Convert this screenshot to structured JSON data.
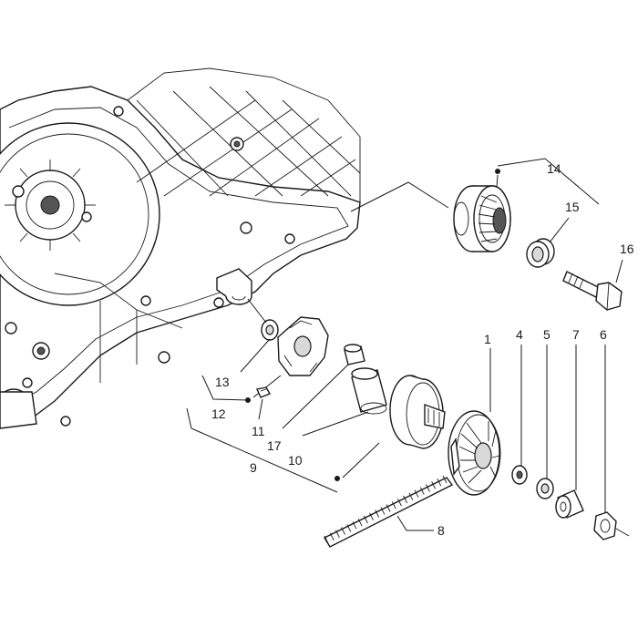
{
  "diagram": {
    "callouts": {
      "c1": "1",
      "c4": "4",
      "c5": "5",
      "c7": "7",
      "c6": "6",
      "c8": "8",
      "c9": "9",
      "c10": "10",
      "c11": "11",
      "c12": "12",
      "c13": "13",
      "c14": "14",
      "c15": "15",
      "c16": "16",
      "c17": "17"
    }
  }
}
